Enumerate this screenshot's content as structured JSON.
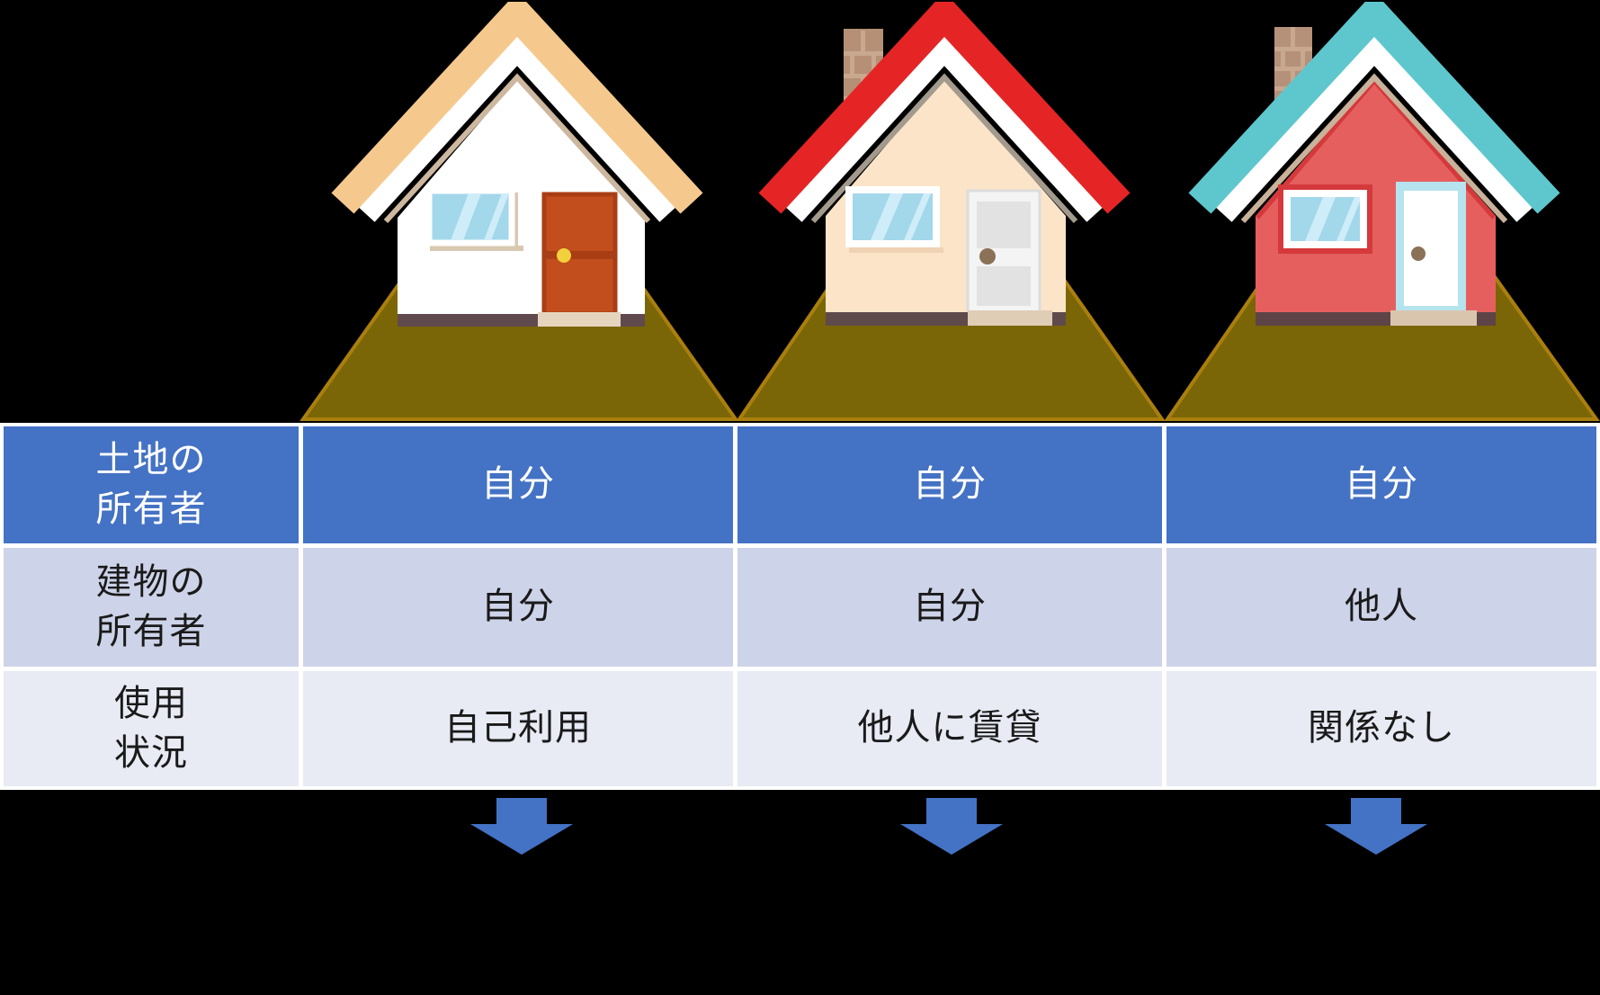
{
  "colors": {
    "background": "#000000",
    "accent_blue": "#4472C4",
    "row_mid_fill": "#CDD3E8",
    "row_light_fill": "#E8EAF4",
    "table_border": "#FFFFFF",
    "header_text": "#FFFFFF",
    "body_text": "#1A1A1A",
    "arrow_fill": "#4472C4",
    "land_fill": "#7A6606",
    "land_edge": "#AA7F0E",
    "house1": {
      "roof": "#F5C98E",
      "roof_edge": "#CDB79E",
      "wall": "#FFFFFF",
      "glass": "#A3D7EA",
      "door": "#C34E1D",
      "door_trim": "#A93E15",
      "knob": "#F2D13D",
      "base": "#614A4E",
      "step": "#E5D5BE",
      "shadow": "#D9C8B2"
    },
    "house2": {
      "roof": "#E52525",
      "roof_edge": "#A39A8E",
      "wall": "#FBE4C8",
      "glass": "#A3D7EA",
      "door": "#F4F4F4",
      "door_panel": "#E2E2E2",
      "knob": "#8A7157",
      "base": "#5F4A4B",
      "step": "#E0CDB6",
      "chimney": "#B59076",
      "chimney_mortar": "#C8A88E",
      "shadow": "#EFD2B4"
    },
    "house3": {
      "roof": "#5EC7CD",
      "roof_edge": "#C9B29A",
      "wall": "#E65F5F",
      "gable_line": "#D5393B",
      "glass": "#A3D7EA",
      "window_trim": "#D5393B",
      "door_frame": "#B5E3EE",
      "door": "#FFFFFF",
      "knob": "#8A7157",
      "base": "#5E4347",
      "step": "#D9C5AE",
      "chimney": "#B5917A",
      "chimney_mortar": "#C8A88E"
    }
  },
  "illustrations": {
    "house1": "house-tan-roof",
    "house2": "house-red-roof-chimney",
    "house3": "house-teal-roof-chimney",
    "land": "land-triangle",
    "arrow": "down-arrow"
  },
  "table": {
    "rows": [
      {
        "label_lines": [
          "土地の",
          "所有者"
        ],
        "cells": [
          "自分",
          "自分",
          "自分"
        ]
      },
      {
        "label_lines": [
          "建物の",
          "所有者"
        ],
        "cells": [
          "自分",
          "自分",
          "他人"
        ]
      },
      {
        "label_lines": [
          "使用",
          "状況"
        ],
        "cells": [
          "自己利用",
          "他人に賃貸",
          "関係なし"
        ]
      }
    ]
  }
}
